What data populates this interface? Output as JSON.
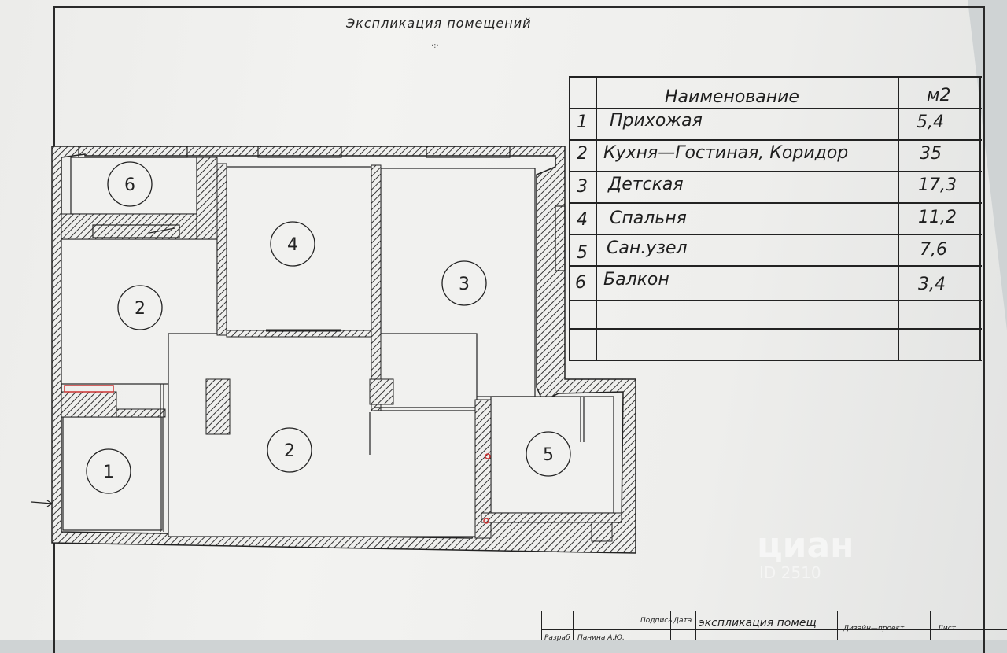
{
  "title": "Экспликация помещений",
  "table": {
    "header_name": "Наименование",
    "header_area": "м2",
    "rows": [
      {
        "no": "1",
        "name": "Прихожая",
        "area": "5,4"
      },
      {
        "no": "2",
        "name": "Кухня—Гостиная, Коридор",
        "area": "35"
      },
      {
        "no": "3",
        "name": "Детская",
        "area": "17,3"
      },
      {
        "no": "4",
        "name": "Спальня",
        "area": "11,2"
      },
      {
        "no": "5",
        "name": "Сан.узел",
        "area": "7,6"
      },
      {
        "no": "6",
        "name": "Балкон",
        "area": "3,4"
      }
    ]
  },
  "plan_labels": {
    "room1": "1",
    "room2_top": "2",
    "room2_center": "2",
    "room3": "3",
    "room4": "4",
    "room5": "5",
    "room6": "6"
  },
  "titleblock": {
    "podpis": "Подпись",
    "data": "Дата",
    "name": "экспликация помещ",
    "project": "Дизайн—проект",
    "list": "Лист",
    "razrab": "Разраб",
    "author": "Панина А.Ю."
  },
  "watermark": {
    "brand": "циан",
    "id": "ID 2510"
  }
}
